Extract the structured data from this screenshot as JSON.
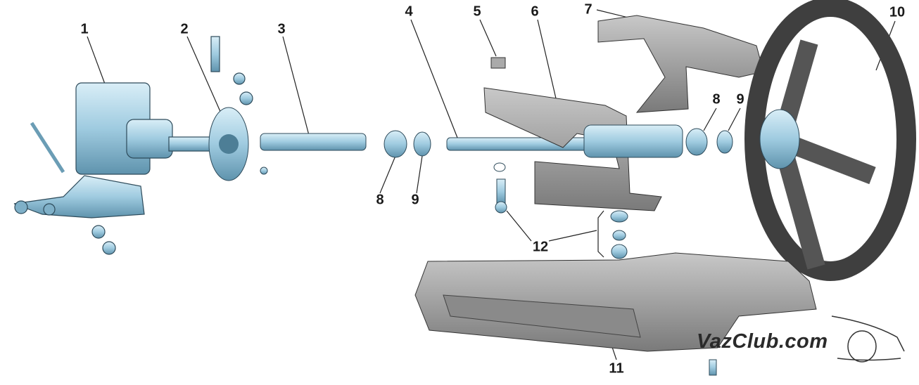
{
  "diagram": {
    "subject": "steering",
    "labels": [
      {
        "id": "1",
        "text": "1"
      },
      {
        "id": "2",
        "text": "2"
      },
      {
        "id": "3",
        "text": "3"
      },
      {
        "id": "4",
        "text": "4"
      },
      {
        "id": "5",
        "text": "5"
      },
      {
        "id": "6",
        "text": "6"
      },
      {
        "id": "7",
        "text": "7"
      },
      {
        "id": "8a",
        "text": "8"
      },
      {
        "id": "9a",
        "text": "9"
      },
      {
        "id": "10",
        "text": "10"
      },
      {
        "id": "8b",
        "text": "8"
      },
      {
        "id": "9b",
        "text": "9"
      },
      {
        "id": "12",
        "text": "12"
      },
      {
        "id": "11",
        "text": "11"
      }
    ]
  },
  "watermark": {
    "text": "VazClub.com"
  },
  "colors": {
    "metal": "#a9d3e6",
    "metal_dark": "#5f93ad",
    "cover": "#9a9a9a",
    "cover_dark": "#5e5e5e",
    "wheel": "#4a4a4a"
  }
}
